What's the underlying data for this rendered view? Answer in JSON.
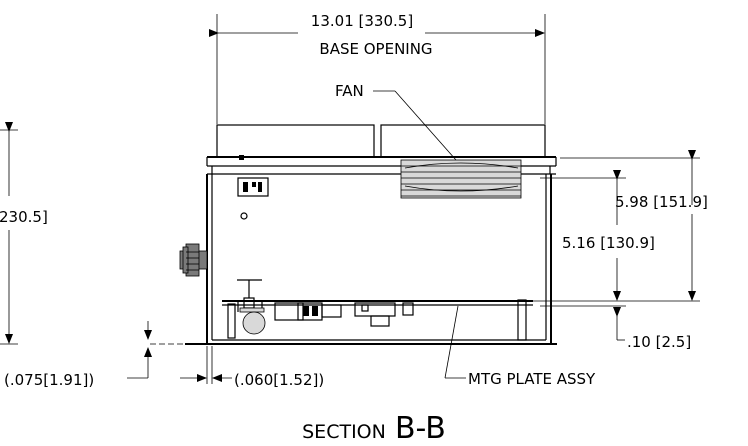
{
  "dimensions": {
    "base_opening_value": "13.01",
    "base_opening_metric": "[330.5]",
    "base_opening_label": "BASE OPENING",
    "overall_height_partial": "230.5]",
    "top_to_plate_value": "5.98",
    "top_to_plate_metric": "[151.9]",
    "inner_to_plate_value": "5.16",
    "inner_to_plate_metric": "[130.9]",
    "plate_offset_value": ".10",
    "plate_offset_metric": "[2.5]",
    "flange_thk": "(.075[1.91])",
    "wall_thk": "(.060[1.52])"
  },
  "callouts": {
    "fan": "FAN",
    "mtg_plate": "MTG PLATE ASSY"
  },
  "section": {
    "prefix": "SECTION",
    "letter": "B-B"
  }
}
